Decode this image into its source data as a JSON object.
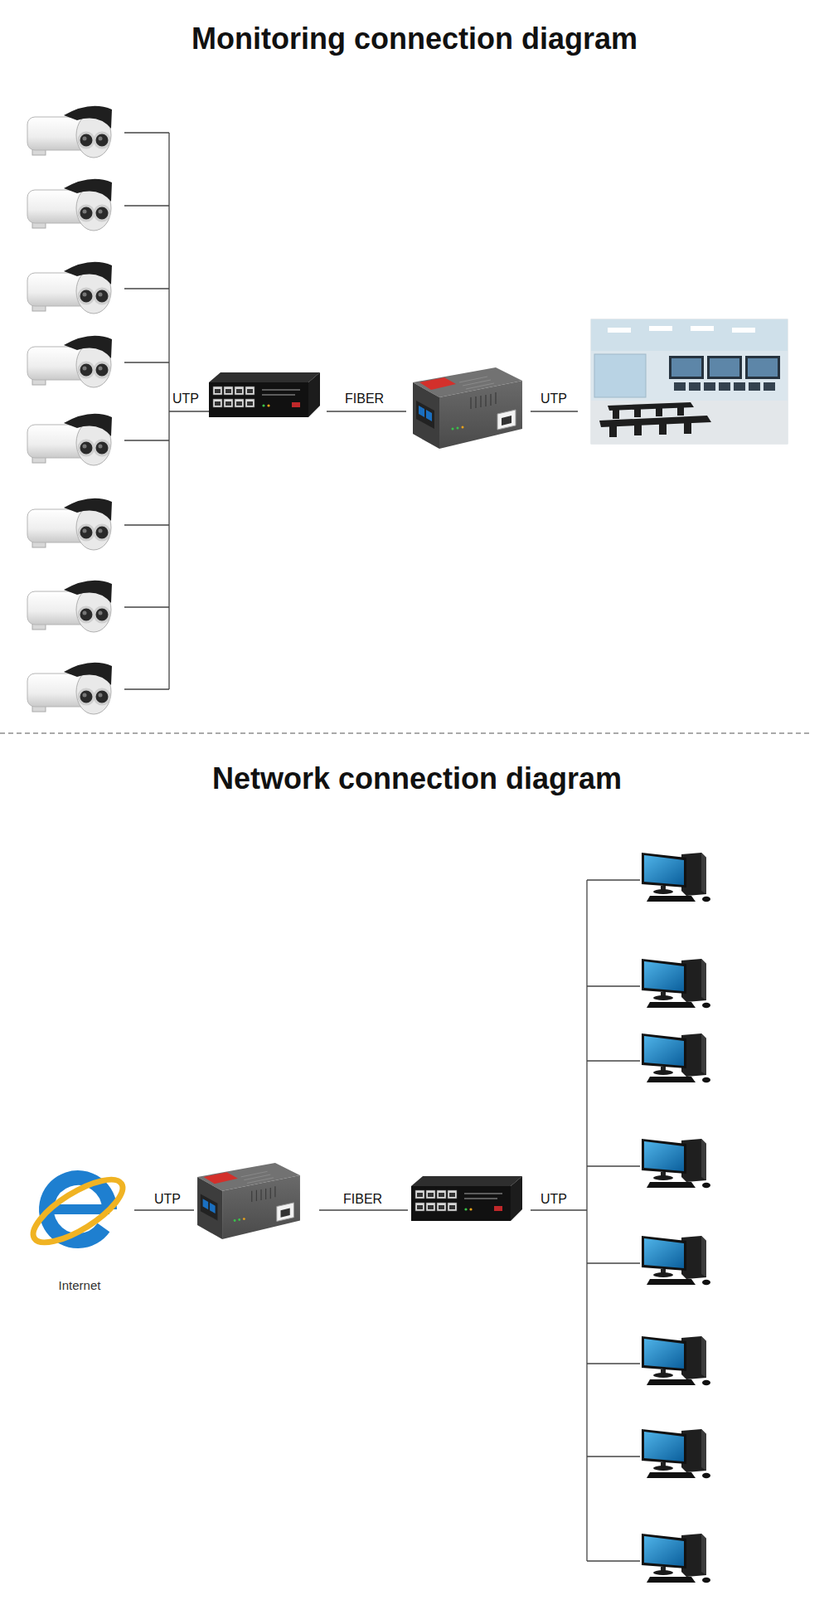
{
  "diagram": {
    "title": "Monitoring connection diagram",
    "nodes": [
      {
        "text": [
          "Internet"
        ]
      }
    ],
    "labels": [
      "UTP",
      "FIBER",
      "UTP",
      "Network connection diagram",
      "UTP",
      "FIBER",
      "UTP"
    ]
  }
}
